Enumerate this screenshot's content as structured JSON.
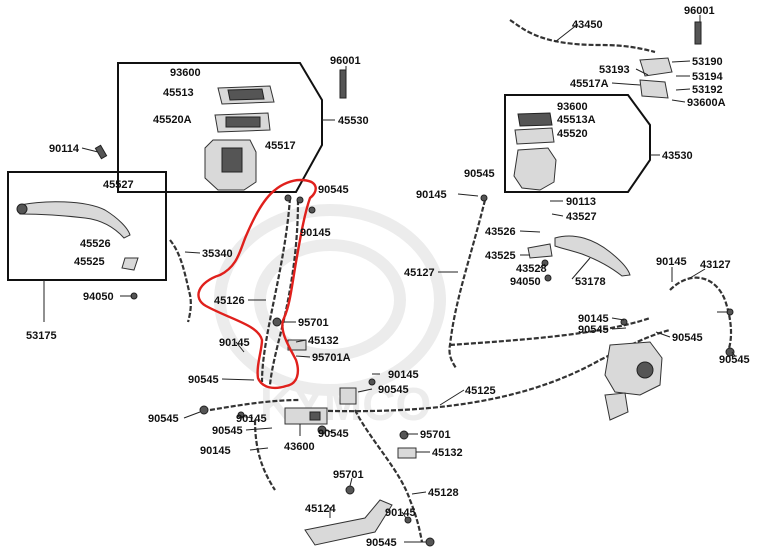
{
  "watermark_text": "KYMCO",
  "highlight_color": "#e0201c",
  "parts": [
    {
      "id": "p-43450",
      "label": "43450"
    },
    {
      "id": "p-96001-r",
      "label": "96001"
    },
    {
      "id": "p-53190",
      "label": "53190"
    },
    {
      "id": "p-53193",
      "label": "53193"
    },
    {
      "id": "p-53194",
      "label": "53194"
    },
    {
      "id": "p-45517A",
      "label": "45517A"
    },
    {
      "id": "p-53192",
      "label": "53192"
    },
    {
      "id": "p-93600A",
      "label": "93600A"
    },
    {
      "id": "p-93600-r",
      "label": "93600"
    },
    {
      "id": "p-45513A",
      "label": "45513A"
    },
    {
      "id": "p-45520",
      "label": "45520"
    },
    {
      "id": "p-43530",
      "label": "43530"
    },
    {
      "id": "p-96001-l",
      "label": "96001"
    },
    {
      "id": "p-93600-l",
      "label": "93600"
    },
    {
      "id": "p-45513",
      "label": "45513"
    },
    {
      "id": "p-45520A",
      "label": "45520A"
    },
    {
      "id": "p-45530",
      "label": "45530"
    },
    {
      "id": "p-45517",
      "label": "45517"
    },
    {
      "id": "p-90114",
      "label": "90114"
    },
    {
      "id": "p-45527",
      "label": "45527"
    },
    {
      "id": "p-45526",
      "label": "45526"
    },
    {
      "id": "p-45525",
      "label": "45525"
    },
    {
      "id": "p-35340",
      "label": "35340"
    },
    {
      "id": "p-94050-l",
      "label": "94050"
    },
    {
      "id": "p-53175",
      "label": "53175"
    },
    {
      "id": "p-90545-a",
      "label": "90545"
    },
    {
      "id": "p-90145-a",
      "label": "90145"
    },
    {
      "id": "p-90545-b",
      "label": "90545"
    },
    {
      "id": "p-90145-b",
      "label": "90145"
    },
    {
      "id": "p-90113",
      "label": "90113"
    },
    {
      "id": "p-43527",
      "label": "43527"
    },
    {
      "id": "p-43526",
      "label": "43526"
    },
    {
      "id": "p-43525",
      "label": "43525"
    },
    {
      "id": "p-43528",
      "label": "43528"
    },
    {
      "id": "p-94050-r",
      "label": "94050"
    },
    {
      "id": "p-53178",
      "label": "53178"
    },
    {
      "id": "p-45127",
      "label": "45127"
    },
    {
      "id": "p-45126",
      "label": "45126"
    },
    {
      "id": "p-95701-a",
      "label": "95701"
    },
    {
      "id": "p-45132-a",
      "label": "45132"
    },
    {
      "id": "p-95701A",
      "label": "95701A"
    },
    {
      "id": "p-90145-c",
      "label": "90145"
    },
    {
      "id": "p-90545-c",
      "label": "90545"
    },
    {
      "id": "p-90145-d",
      "label": "90145"
    },
    {
      "id": "p-90545-d",
      "label": "90545"
    },
    {
      "id": "p-90545-e",
      "label": "90545"
    },
    {
      "id": "p-90145-e",
      "label": "90145"
    },
    {
      "id": "p-90545-f",
      "label": "90545"
    },
    {
      "id": "p-90545-g",
      "label": "90545"
    },
    {
      "id": "p-90145-f",
      "label": "90145"
    },
    {
      "id": "p-43600",
      "label": "43600"
    },
    {
      "id": "p-95701-b",
      "label": "95701"
    },
    {
      "id": "p-45132-b",
      "label": "45132"
    },
    {
      "id": "p-45125",
      "label": "45125"
    },
    {
      "id": "p-95701-c",
      "label": "95701"
    },
    {
      "id": "p-45128",
      "label": "45128"
    },
    {
      "id": "p-45124",
      "label": "45124"
    },
    {
      "id": "p-90145-g",
      "label": "90145"
    },
    {
      "id": "p-90545-h",
      "label": "90545"
    },
    {
      "id": "p-90145-h",
      "label": "90145"
    },
    {
      "id": "p-43127",
      "label": "43127"
    },
    {
      "id": "p-90145-i",
      "label": "90145"
    },
    {
      "id": "p-90545-i",
      "label": "90545"
    },
    {
      "id": "p-90545-j",
      "label": "90545"
    },
    {
      "id": "p-90545-k",
      "label": "90545"
    }
  ]
}
